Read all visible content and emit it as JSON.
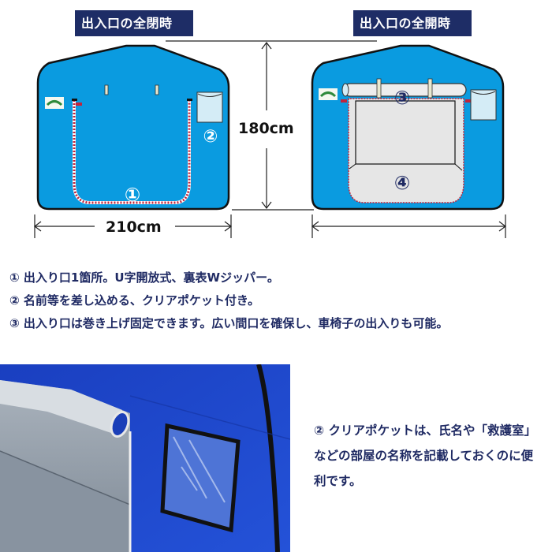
{
  "panels": {
    "left": {
      "title": "出入口の全閉時",
      "markers": [
        "①",
        "②"
      ]
    },
    "right": {
      "title": "出入口の全開時",
      "markers": [
        "③",
        "④"
      ]
    }
  },
  "dimensions": {
    "width": "210cm",
    "height": "180cm"
  },
  "notes": [
    "① 出入り口1箇所。U字開放式、裏表Wジッパー。",
    "② 名前等を差し込める、クリアポケット付き。",
    "③ 出入り口は巻き上げ固定できます。広い間口を確保し、車椅子の出入りも可能。"
  ],
  "photo_caption": "② クリアポケットは、氏名や「救護室」などの部屋の名称を記載しておくのに便利です。",
  "colors": {
    "tent_blue": "#0a9be0",
    "title_bg": "#1e2d66",
    "text_navy": "#1f2a63",
    "zipper_red": "#c0243c",
    "door_gray": "#e6e6e6",
    "pocket_fill": "#d4ecf6",
    "photo_blue": "#1f46c8"
  }
}
